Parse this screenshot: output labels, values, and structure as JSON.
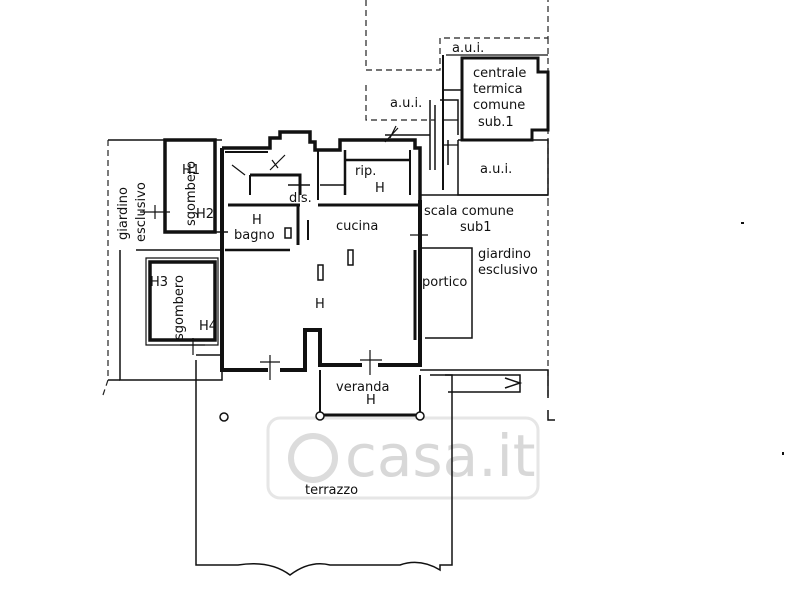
{
  "rooms": {
    "aui_top": "a.u.i.",
    "centrale_line1": "centrale",
    "centrale_line2": "termica",
    "aui_left": "a.u.i.",
    "comune_sub1_line1": "comune",
    "comune_sub1_line2": "sub.1",
    "aui_right": "a.u.i.",
    "rip": "rip.",
    "rip_h": "H",
    "dis": "dis.",
    "scala_line1": "scala comune",
    "scala_line2": "sub1",
    "h_bagno": "H",
    "bagno": "bagno",
    "cucina": "cucina",
    "giardino_right_line1": "giardino",
    "giardino_right_line2": "esclusivo",
    "portico": "portico",
    "soggiorno_h": "H",
    "veranda": "veranda",
    "veranda_h": "H",
    "terrazzo": "terrazzo",
    "giardino_left_line1": "giardino",
    "giardino_left_line2": "esclusivo",
    "h1": "H1",
    "sgombero_top": "sgombero",
    "h2": "H2",
    "h3": "H3",
    "sgombero_bottom": "sgombero",
    "h4": "H4"
  },
  "watermark": {
    "text": "casa.it"
  }
}
